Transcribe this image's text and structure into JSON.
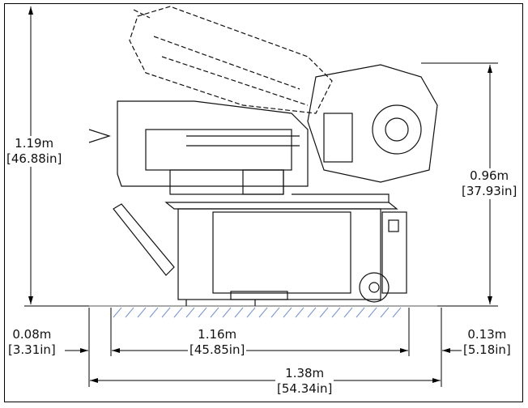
{
  "dimensions": {
    "overall_height": {
      "metric": "1.19m",
      "imperial": "[46.88in]"
    },
    "table_height": {
      "metric": "0.96m",
      "imperial": "[37.93in]"
    },
    "left_overhang": {
      "metric": "0.08m",
      "imperial": "[3.31in]"
    },
    "base_length": {
      "metric": "1.16m",
      "imperial": "[45.85in]"
    },
    "right_overhang": {
      "metric": "0.13m",
      "imperial": "[5.18in]"
    },
    "overall_length": {
      "metric": "1.38m",
      "imperial": "[54.34in]"
    }
  },
  "colors": {
    "line": "#000000",
    "hatch": "#6f8fd8"
  }
}
